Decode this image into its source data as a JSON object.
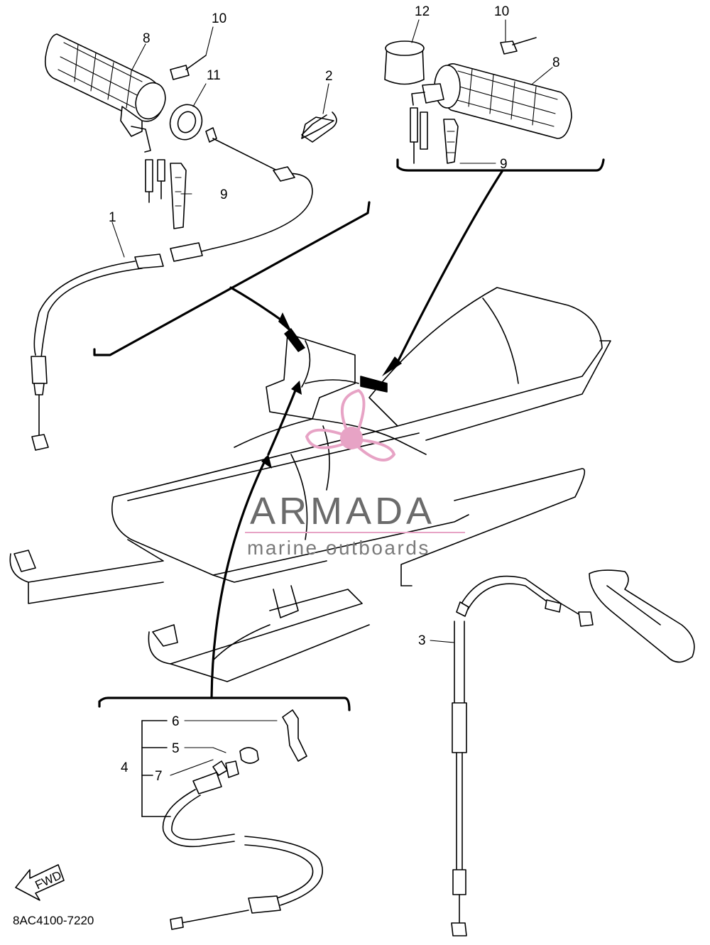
{
  "diagram": {
    "callouts": {
      "c1": "1",
      "c2": "2",
      "c3": "3",
      "c4": "4",
      "c5": "5",
      "c6": "6",
      "c7": "7",
      "c8_left": "8",
      "c8_right": "8",
      "c9_left": "9",
      "c9_right": "9",
      "c10_left": "10",
      "c10_right": "10",
      "c11": "11",
      "c12": "12"
    },
    "fwd_label": "FWD",
    "drawing_code": "8AC4100-7220"
  },
  "watermark": {
    "title": "ARMADA",
    "subtitle": "marine outboards",
    "colors": {
      "propeller": "#e7a3c5",
      "text": "#6b6b6b",
      "rule": "#e7a3c5"
    }
  }
}
